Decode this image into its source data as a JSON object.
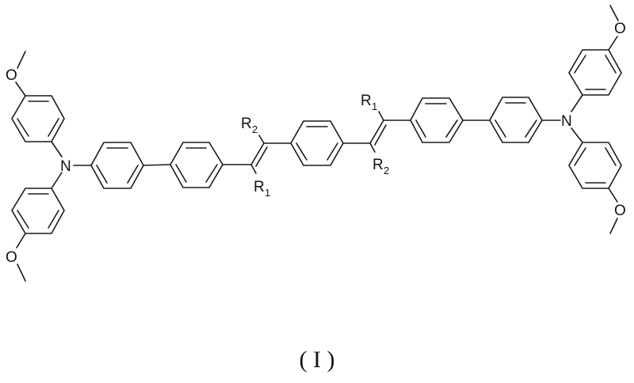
{
  "figure": {
    "caption": "( I )",
    "description": "Chemical structure: bis(4-methoxyphenyl)amino-biphenyl vinyl terminated distyrylbenzene core"
  },
  "atoms": {
    "nitrogen_left": "N",
    "nitrogen_right": "N",
    "oxygen": "O"
  },
  "substituents": {
    "left_vinyl_top": {
      "symbol": "R",
      "subscript": "2"
    },
    "left_vinyl_bottom": {
      "symbol": "R",
      "subscript": "1"
    },
    "right_vinyl_top": {
      "symbol": "R",
      "subscript": "1"
    },
    "right_vinyl_bottom": {
      "symbol": "R",
      "subscript": "2"
    }
  },
  "colors": {
    "line": "#1a1a1a",
    "background": "#ffffff"
  }
}
